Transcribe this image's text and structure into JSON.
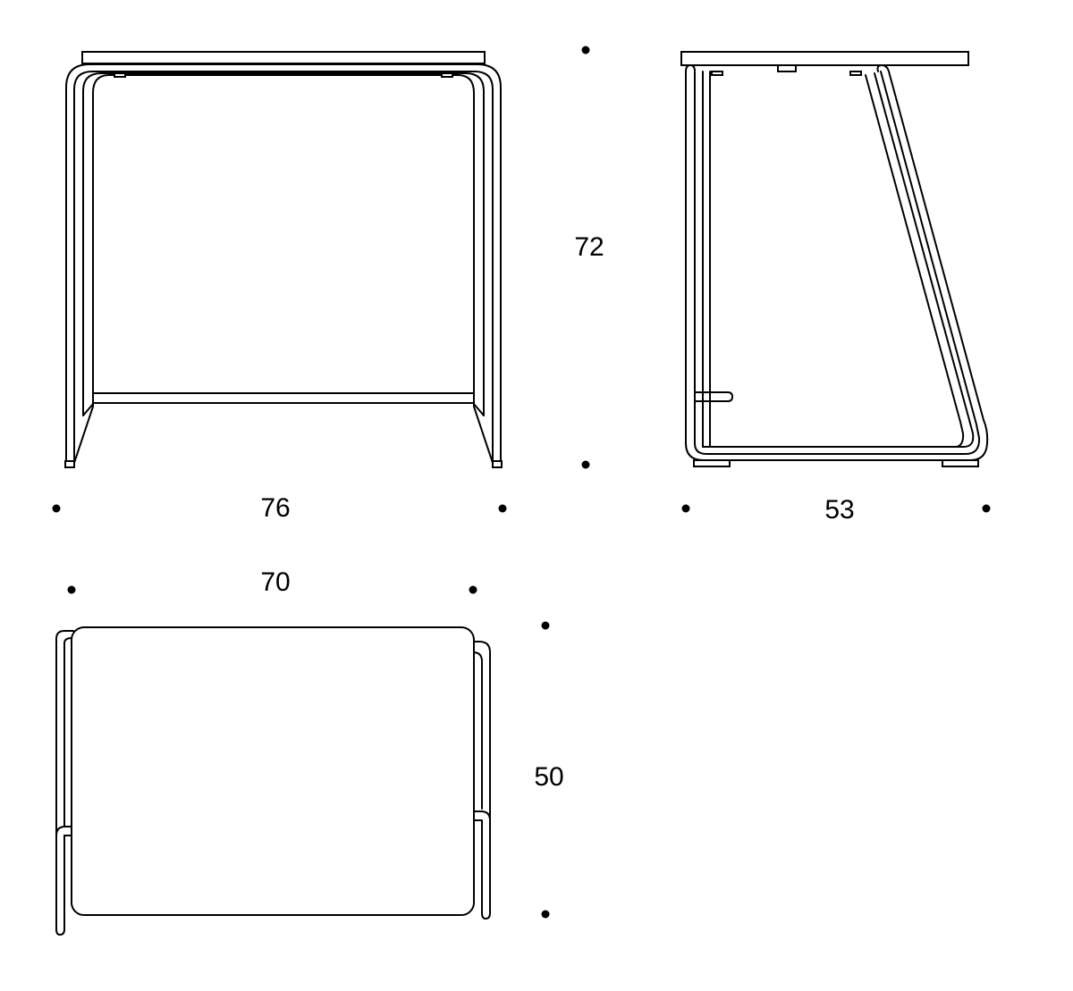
{
  "views": {
    "front": {
      "width_label": "76",
      "height_label": "72"
    },
    "side": {
      "depth_label": "53"
    },
    "top": {
      "width_label": "70",
      "depth_label": "50"
    }
  },
  "colors": {
    "line": "#000000",
    "background": "#ffffff"
  }
}
